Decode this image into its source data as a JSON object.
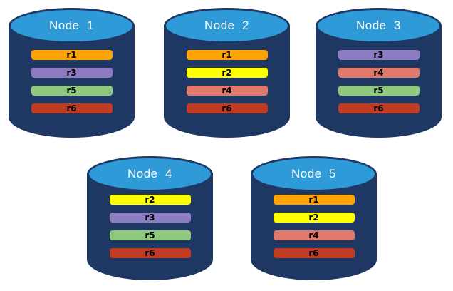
{
  "diagram": {
    "colors": {
      "cylinder_body": "#1E3763",
      "cylinder_top": "#2E9BD8",
      "node_label_text": "#FFFFFF",
      "bar_label_text": "#000000"
    },
    "nodes": [
      {
        "label": "Node  1",
        "bars": [
          {
            "label": "r1",
            "color": "#FFA203"
          },
          {
            "label": "r3",
            "color": "#8E7CC3"
          },
          {
            "label": "r5",
            "color": "#8FC97D"
          },
          {
            "label": "r6",
            "color": "#C13A22"
          }
        ]
      },
      {
        "label": "Node  2",
        "bars": [
          {
            "label": "r1",
            "color": "#FFA203"
          },
          {
            "label": "r2",
            "color": "#FFFF00"
          },
          {
            "label": "r4",
            "color": "#E0796C"
          },
          {
            "label": "r6",
            "color": "#C13A22"
          }
        ]
      },
      {
        "label": "Node  3",
        "bars": [
          {
            "label": "r3",
            "color": "#8E7CC3"
          },
          {
            "label": "r4",
            "color": "#E0796C"
          },
          {
            "label": "r5",
            "color": "#8FC97D"
          },
          {
            "label": "r6",
            "color": "#C13A22"
          }
        ]
      },
      {
        "label": "Node  4",
        "bars": [
          {
            "label": "r2",
            "color": "#FFFF00"
          },
          {
            "label": "r3",
            "color": "#8E7CC3"
          },
          {
            "label": "r5",
            "color": "#8FC97D"
          },
          {
            "label": "r6",
            "color": "#C13A22"
          }
        ]
      },
      {
        "label": "Node  5",
        "bars": [
          {
            "label": "r1",
            "color": "#FFA203"
          },
          {
            "label": "r2",
            "color": "#FFFF00"
          },
          {
            "label": "r4",
            "color": "#E0796C"
          },
          {
            "label": "r6",
            "color": "#C13A22"
          }
        ]
      }
    ]
  }
}
